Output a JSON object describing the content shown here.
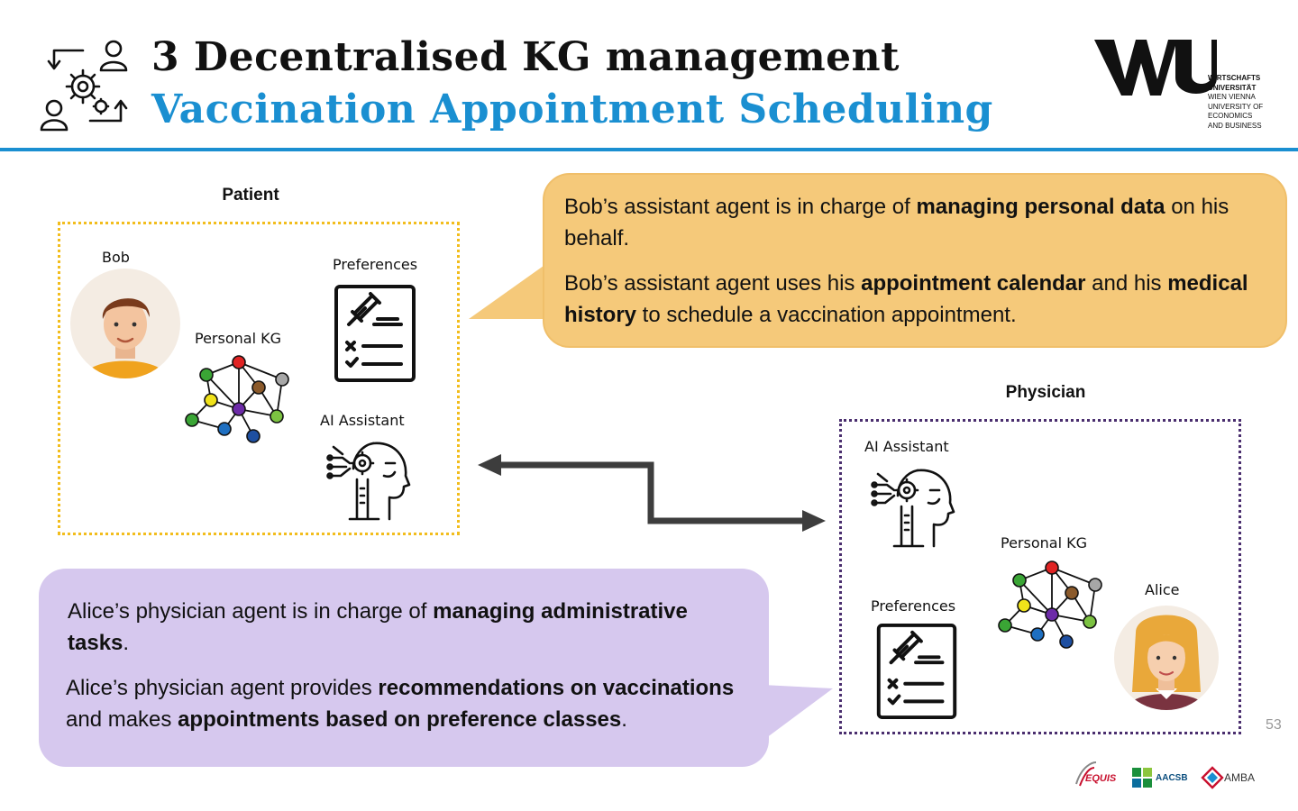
{
  "header": {
    "title_line1": "3 Decentralised KG management",
    "title_line2": "Vaccination Appointment Scheduling",
    "logo_lines": [
      "WIRTSCHAFTS",
      "UNIVERSITÄT",
      "WIEN VIENNA",
      "UNIVERSITY OF",
      "ECONOMICS",
      "AND BUSINESS"
    ]
  },
  "patient": {
    "group_label": "Patient",
    "person_name": "Bob",
    "preferences_label": "Preferences",
    "personal_kg_label": "Personal KG",
    "ai_assistant_label": "AI Assistant"
  },
  "physician": {
    "group_label": "Physician",
    "person_name": "Alice",
    "preferences_label": "Preferences",
    "personal_kg_label": "Personal KG",
    "ai_assistant_label": "AI Assistant"
  },
  "bubble_bob": {
    "p1_pre": "Bob’s assistant agent is in charge of ",
    "p1_bold": "managing personal data",
    "p1_post": " on his behalf.",
    "p2_pre": "Bob’s assistant agent uses his ",
    "p2_bold1": "appointment calendar",
    "p2_mid": " and his ",
    "p2_bold2": "medical history",
    "p2_post": " to schedule a vaccination appointment."
  },
  "bubble_alice": {
    "p1_pre": "Alice’s physician agent is in charge of ",
    "p1_bold": "managing administrative tasks",
    "p1_post": ".",
    "p2_pre": "Alice’s physician agent provides ",
    "p2_bold1": "recommendations on vaccinations",
    "p2_mid": " and makes ",
    "p2_bold2": "appointments based on preference classes",
    "p2_post": "."
  },
  "footer": {
    "page_number": "53",
    "accreditations": [
      "EQUIS",
      "AACSB",
      "AMBA"
    ]
  },
  "colors": {
    "accent_blue": "#1a8fd1",
    "patient_border": "#f2bd1d",
    "physician_border": "#4a2e6e",
    "bob_bubble": "#f5c97a",
    "alice_bubble": "#d6c8ee",
    "arrow": "#3d3d3d"
  }
}
